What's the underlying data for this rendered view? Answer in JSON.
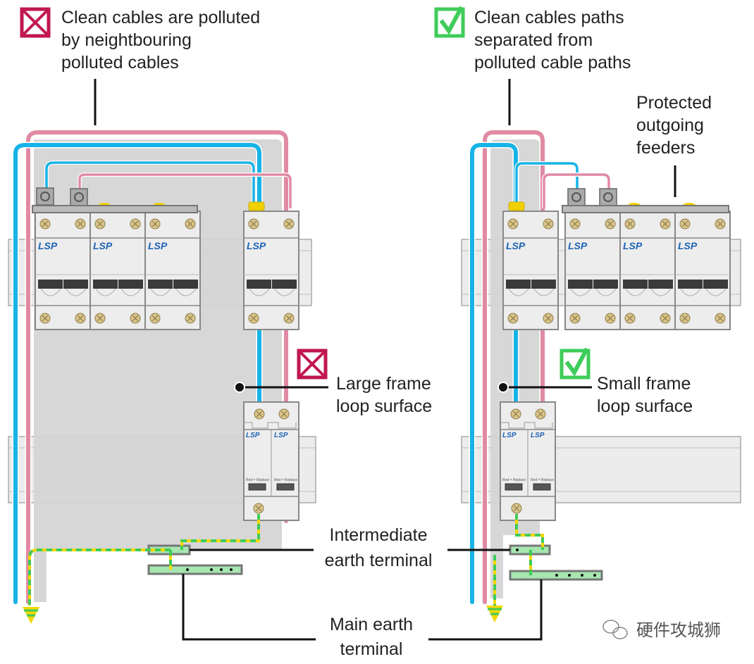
{
  "labels": {
    "left_top": [
      "Clean cables are polluted",
      "by neightbouring",
      "polluted cables"
    ],
    "right_top": [
      "Clean cables paths",
      "separated from",
      "polluted cable paths"
    ],
    "protected": [
      "Protected",
      "outgoing",
      "feeders"
    ],
    "large_loop": [
      "Large frame",
      "loop surface"
    ],
    "small_loop": [
      "Small frame",
      "loop surface"
    ],
    "intermediate": [
      "Intermediate",
      "earth terminal"
    ],
    "main_earth": [
      "Main earth",
      "terminal"
    ]
  },
  "devices": {
    "brand": "LSP",
    "spd_indicator": "Red = Replace"
  },
  "watermark": "硬件攻城狮",
  "icons": {
    "bad": "cross-box-icon",
    "good": "check-box-icon"
  },
  "colors": {
    "bad": "#c0174f",
    "good": "#3fcc5a",
    "clean_cable": "#16b3e6",
    "polluted_cable": "#e08aa3",
    "frame": "#d4d4d4",
    "earth_green": "#3fcc5a",
    "earth_yellow": "#f4d700"
  }
}
